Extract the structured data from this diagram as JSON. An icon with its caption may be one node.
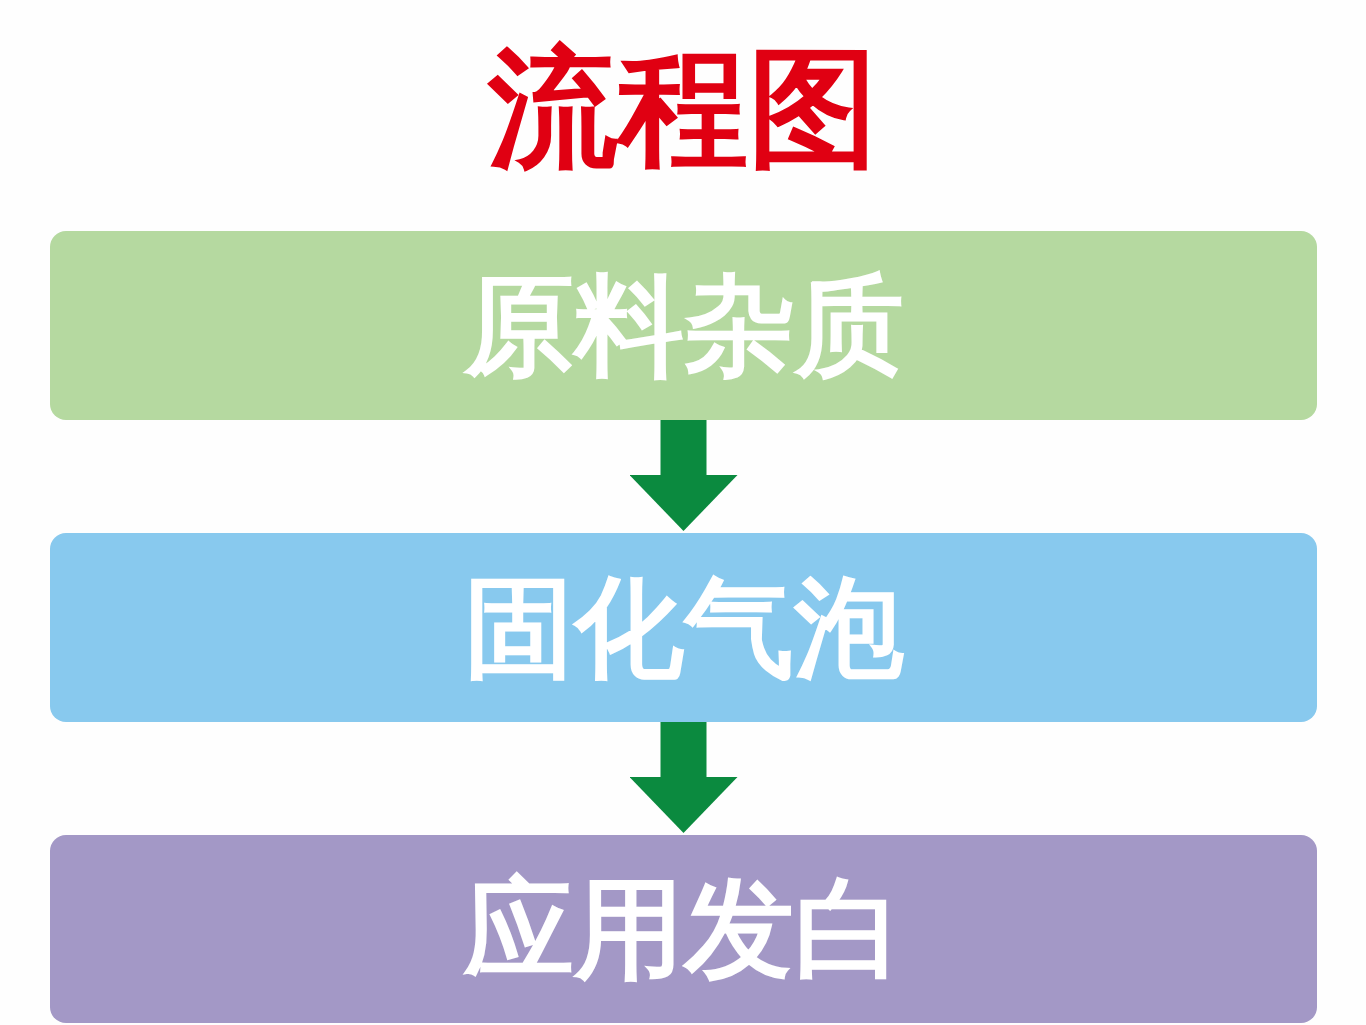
{
  "diagram": {
    "title": "流程图",
    "nodes": [
      {
        "text": [
          "原料杂质"
        ]
      },
      {
        "text": [
          "固化气泡"
        ]
      },
      {
        "text": [
          "应用发白"
        ]
      }
    ],
    "edges": [
      {
        "from": 0,
        "to": 1,
        "arrow": "to"
      },
      {
        "from": 1,
        "to": 2,
        "arrow": "to"
      }
    ]
  }
}
